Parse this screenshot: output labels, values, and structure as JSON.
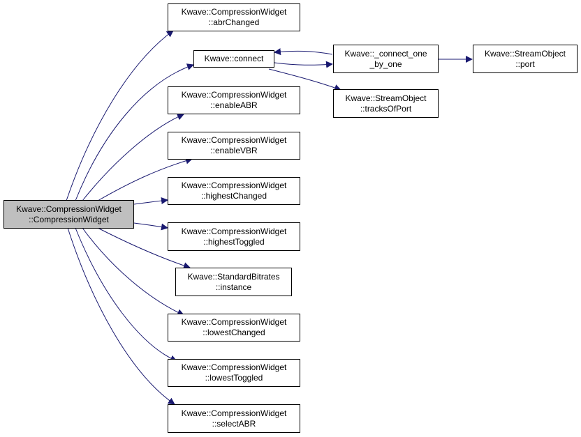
{
  "colors": {
    "edge": "#191970",
    "root_fill": "#bfbfbf",
    "node_fill": "#ffffff",
    "border": "#000000"
  },
  "nodes": {
    "root": {
      "line1": "Kwave::CompressionWidget",
      "line2": "::CompressionWidget"
    },
    "abrChanged": {
      "line1": "Kwave::CompressionWidget",
      "line2": "::abrChanged"
    },
    "connect": {
      "line1": "Kwave::connect",
      "line2": ""
    },
    "connect_one": {
      "line1": "Kwave::_connect_one",
      "line2": "_by_one"
    },
    "port": {
      "line1": "Kwave::StreamObject",
      "line2": "::port"
    },
    "tracksOfPort": {
      "line1": "Kwave::StreamObject",
      "line2": "::tracksOfPort"
    },
    "enableABR": {
      "line1": "Kwave::CompressionWidget",
      "line2": "::enableABR"
    },
    "enableVBR": {
      "line1": "Kwave::CompressionWidget",
      "line2": "::enableVBR"
    },
    "highestChanged": {
      "line1": "Kwave::CompressionWidget",
      "line2": "::highestChanged"
    },
    "highestToggled": {
      "line1": "Kwave::CompressionWidget",
      "line2": "::highestToggled"
    },
    "instance": {
      "line1": "Kwave::StandardBitrates",
      "line2": "::instance"
    },
    "lowestChanged": {
      "line1": "Kwave::CompressionWidget",
      "line2": "::lowestChanged"
    },
    "lowestToggled": {
      "line1": "Kwave::CompressionWidget",
      "line2": "::lowestToggled"
    },
    "selectABR": {
      "line1": "Kwave::CompressionWidget",
      "line2": "::selectABR"
    }
  },
  "edges": [
    {
      "from": "root",
      "to": "abrChanged"
    },
    {
      "from": "root",
      "to": "connect"
    },
    {
      "from": "root",
      "to": "enableABR"
    },
    {
      "from": "root",
      "to": "enableVBR"
    },
    {
      "from": "root",
      "to": "highestChanged"
    },
    {
      "from": "root",
      "to": "highestToggled"
    },
    {
      "from": "root",
      "to": "instance"
    },
    {
      "from": "root",
      "to": "lowestChanged"
    },
    {
      "from": "root",
      "to": "lowestToggled"
    },
    {
      "from": "root",
      "to": "selectABR"
    },
    {
      "from": "connect",
      "to": "connect_one"
    },
    {
      "from": "connect_one",
      "to": "connect"
    },
    {
      "from": "connect",
      "to": "tracksOfPort"
    },
    {
      "from": "connect_one",
      "to": "port"
    }
  ]
}
